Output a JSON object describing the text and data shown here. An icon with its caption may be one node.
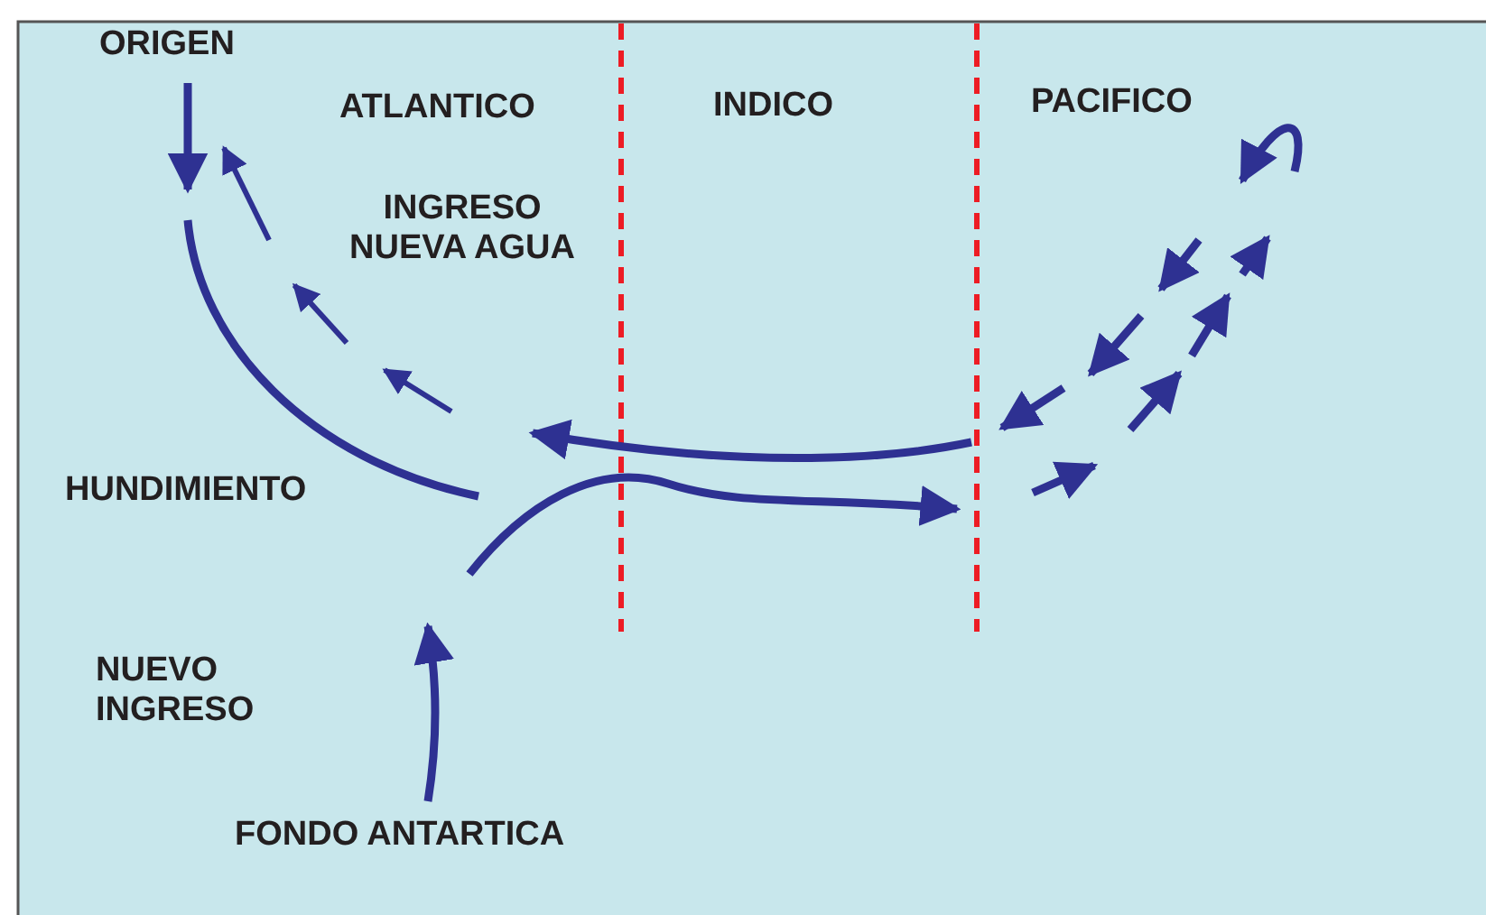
{
  "diagram": {
    "nodes": [
      {
        "text": [
          "ORIGEN"
        ]
      },
      {
        "text": [
          "FONDO ANTARTICA"
        ]
      }
    ],
    "edges": [
      {
        "from": 0,
        "to": null,
        "arrow": "to"
      },
      {
        "from": 1,
        "to": null,
        "arrow": "to"
      }
    ],
    "labels": [
      "ATLANTICO",
      "INDICO",
      "PACIFICO",
      "INGRESO NUEVA AGUA",
      "HUNDIMIENTO",
      "NUEVO INGRESO"
    ]
  }
}
